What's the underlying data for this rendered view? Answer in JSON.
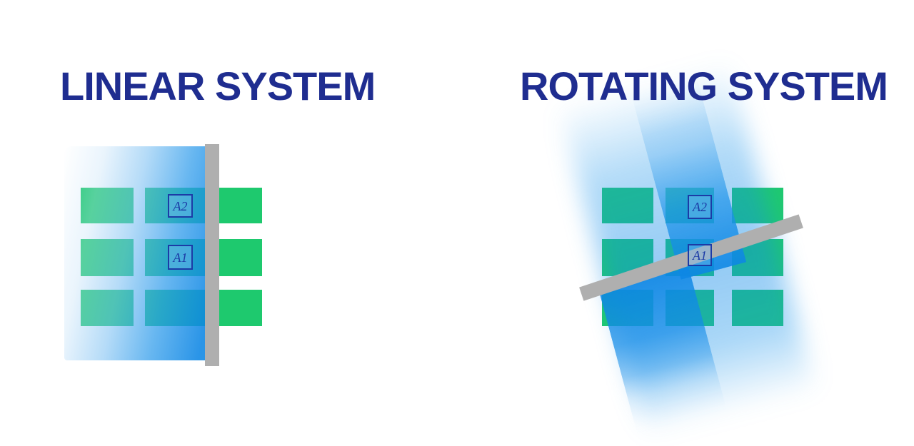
{
  "diagram": {
    "background": "#ffffff",
    "panels": [
      {
        "id": "linear",
        "title": "LINEAR SYSTEM",
        "sensor_labels": [
          {
            "text": "A2"
          },
          {
            "text": "A1"
          }
        ]
      },
      {
        "id": "rotating",
        "title": "ROTATING SYSTEM",
        "sensor_labels": [
          {
            "text": "A2"
          },
          {
            "text": "A1"
          }
        ]
      }
    ],
    "colors": {
      "title_text": "#1F2D90",
      "detector_green": "#1EC96E",
      "beam_blue": "#0D86E4",
      "beam_over_green_teal": "#0AA0D0",
      "bar_gray": "#AFAFAF",
      "label_navy": "#1C3BA6",
      "label_fill": "#7FBEF5"
    }
  }
}
